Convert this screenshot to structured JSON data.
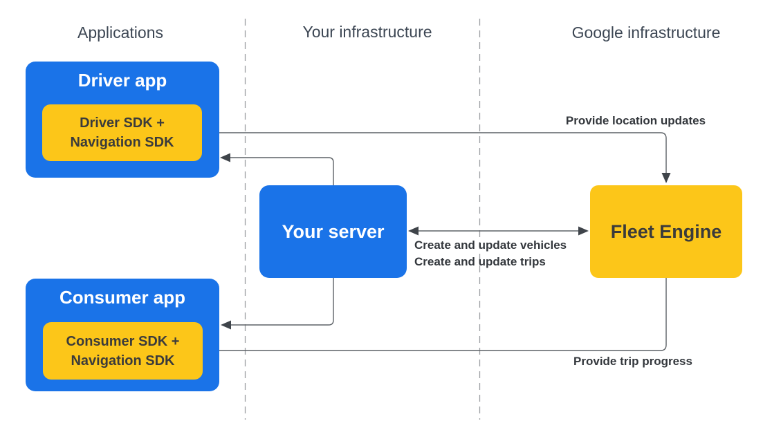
{
  "columns": {
    "applications": "Applications",
    "your_infrastructure": "Your infrastructure",
    "google_infrastructure": "Google infrastructure"
  },
  "nodes": {
    "driver_app": {
      "title": "Driver app",
      "sdk_line1": "Driver SDK +",
      "sdk_line2": "Navigation SDK"
    },
    "consumer_app": {
      "title": "Consumer app",
      "sdk_line1": "Consumer SDK +",
      "sdk_line2": "Navigation SDK"
    },
    "your_server": {
      "title": "Your server"
    },
    "fleet_engine": {
      "title": "Fleet Engine"
    }
  },
  "edges": {
    "provide_location_updates": {
      "label": "Provide location updates"
    },
    "create_update": {
      "line1": "Create and update vehicles",
      "line2": "Create and update trips"
    },
    "provide_trip_progress": {
      "label": "Provide trip progress"
    }
  },
  "colors": {
    "blue": "#1a73e8",
    "yellow": "#fcc619",
    "connector": "#5c6166",
    "arrowhead": "#3f444a",
    "divider": "#9b9ea2",
    "header_text": "#3c4653",
    "dark_text": "#3b3b3b"
  }
}
